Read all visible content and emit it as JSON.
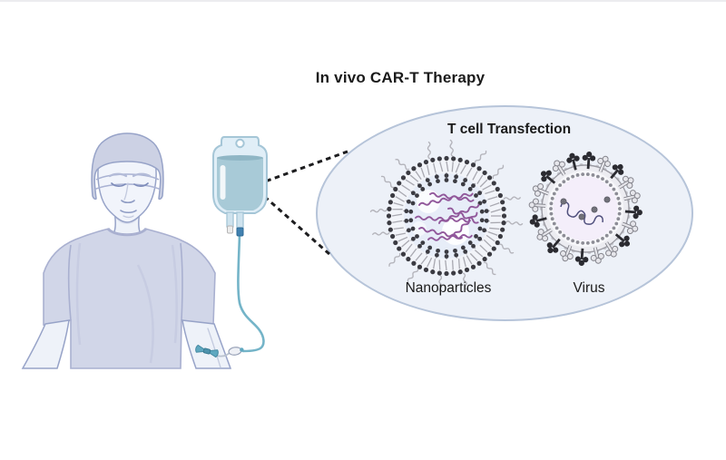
{
  "page": {
    "title": "In vivo CAR-T Therapy"
  },
  "callout": {
    "title": "T cell Transfection",
    "labels": {
      "nanoparticles": "Nanoparticles",
      "virus": "Virus"
    }
  },
  "colors": {
    "background": "#ffffff",
    "outline_blue": "#97a3c8",
    "skin": "#eef2f9",
    "skin_shade": "#dde2f0",
    "shirt": "#d1d6e8",
    "shirt_line": "#a9b0d0",
    "shirt_fold": "#bfc5dc",
    "beanie": "#ccd1e4",
    "beanie_line": "#a9b2d3",
    "feature_line": "#8f9cc4",
    "feature_soft": "#c3cadf",
    "bag_fill": "#e0eef7",
    "bag_line": "#a5c6d7",
    "liquid": "#a8cad7",
    "liquid_surface": "#8fb6c5",
    "port_fill": "#cfe3ee",
    "port_blue": "#4181b0",
    "tube": "#74b4c8",
    "catheter": "#5fa8c0",
    "connector_fill": "#eef0f5",
    "connector_line": "#98a2b8",
    "dash_line": "#1d1d1f",
    "ellipse_fill": "#edf1f8",
    "ellipse_line": "#b6c4d9",
    "lnp_outer_fill": "#f2f4f9",
    "lnp_interior": "#e7edf8",
    "lnp_bead": "#3b3b42",
    "lnp_tail": "#a8a8b0",
    "peg": "#b4b4bb",
    "mrna": "#91589b",
    "virus_env_fill": "#ececf1",
    "virus_env_line": "#9b9ba3",
    "virus_scallop": "#c6c6cd",
    "virus_bead": "#8d8d96",
    "virus_core": "#f4eefa",
    "spike_dark": "#2b2b31",
    "spike_light": "#e6e6eb",
    "spike_light_line": "#85858d",
    "rna": "#50507d",
    "rna_dot": "#717179",
    "text": "#1a1a1a"
  }
}
